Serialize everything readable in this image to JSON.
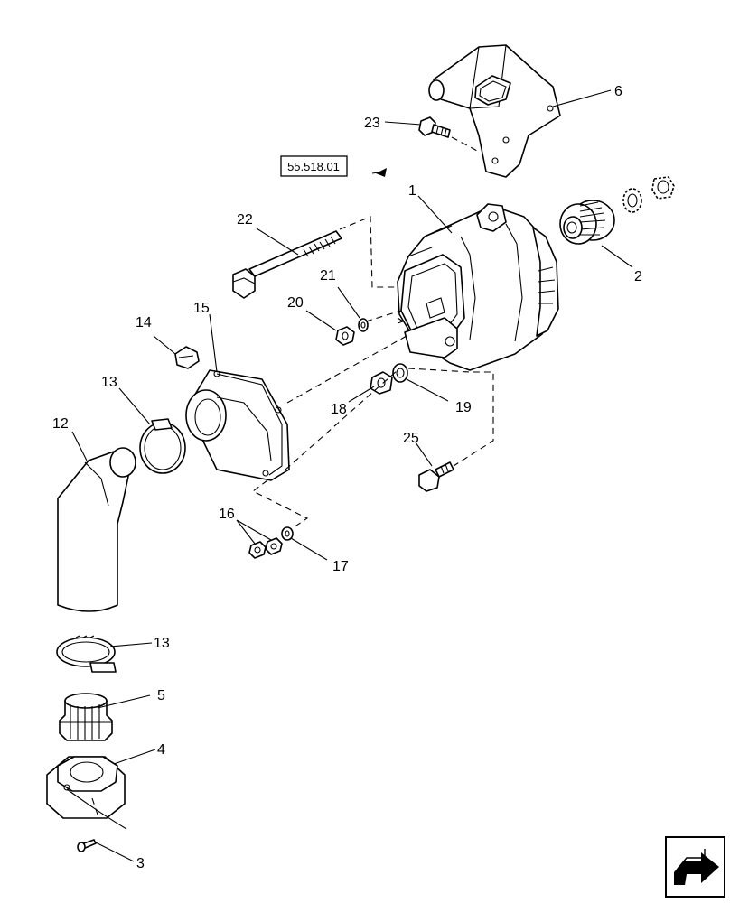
{
  "reference": "55.518.01",
  "callouts": {
    "c1": "1",
    "c2": "2",
    "c3": "3",
    "c4": "4",
    "c5": "5",
    "c6": "6",
    "c12": "12",
    "c13a": "13",
    "c13b": "13",
    "c14": "14",
    "c15": "15",
    "c16": "16",
    "c17": "17",
    "c18": "18",
    "c19": "19",
    "c20": "20",
    "c21": "21",
    "c22": "22",
    "c23": "23",
    "c25": "25"
  },
  "nav_icon": "next-page-arrow-icon"
}
